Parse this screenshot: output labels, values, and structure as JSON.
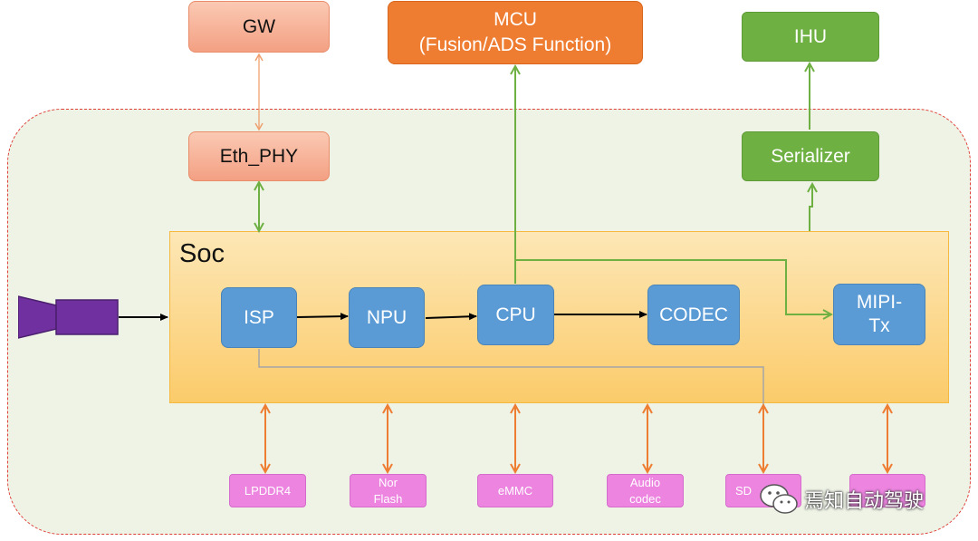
{
  "soc_label": "Soc",
  "blocks": {
    "gw": "GW",
    "eth_phy": "Eth_PHY",
    "mcu_line1": "MCU",
    "mcu_line2": "(Fusion/ADS Function)",
    "ihu": "IHU",
    "serializer": "Serializer",
    "isp": "ISP",
    "npu": "NPU",
    "cpu": "CPU",
    "codec": "CODEC",
    "mipi_line1": "MIPI-",
    "mipi_line2": "Tx"
  },
  "peripherals": [
    {
      "line1": "LPDDR4",
      "line2": ""
    },
    {
      "line1": "Nor",
      "line2": "Flash"
    },
    {
      "line1": "eMMC",
      "line2": ""
    },
    {
      "line1": "Audio",
      "line2": "codec"
    },
    {
      "line1": "SD",
      "line2": ""
    },
    {
      "line1": "",
      "line2": ""
    }
  ],
  "watermark_text": "焉知自动驾驶",
  "colors": {
    "outer_frame_border": "#e0403a",
    "outer_frame_fill": "#eef3e6",
    "soc_fill": "#fbcb6a",
    "salmon_block": "#f4a688",
    "mcu_block": "#ee7c31",
    "green_block": "#6fb043",
    "blue_block": "#5b9bd5",
    "peripheral_block": "#ec84e0",
    "camera": "#7030a0",
    "orange_arrow": "#ee7c31",
    "green_arrow": "#6fb043"
  }
}
